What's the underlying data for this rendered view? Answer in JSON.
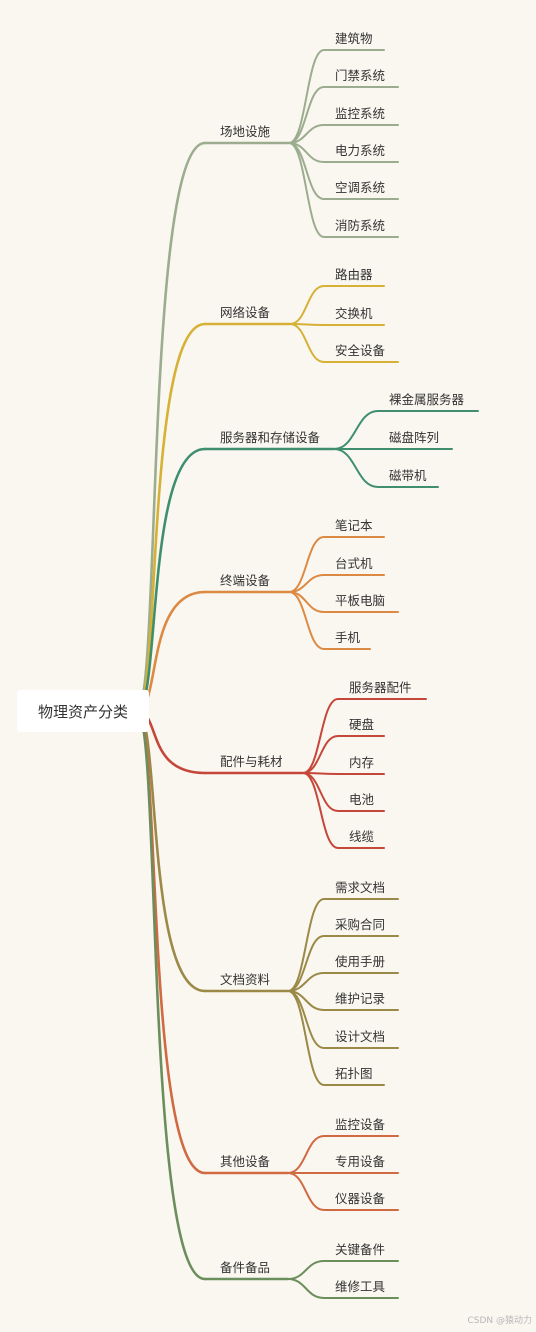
{
  "root": {
    "label": "物理资产分类"
  },
  "watermark": "CSDN @猿动力",
  "branches": [
    {
      "label": "场地设施",
      "color": "#9bad8e",
      "children": [
        "建筑物",
        "门禁系统",
        "监控系统",
        "电力系统",
        "空调系统",
        "消防系统"
      ]
    },
    {
      "label": "网络设备",
      "color": "#d6b135",
      "children": [
        "路由器",
        "交换机",
        "安全设备"
      ]
    },
    {
      "label": "服务器和存储设备",
      "color": "#3f8f6e",
      "children": [
        "裸金属服务器",
        "磁盘阵列",
        "磁带机"
      ]
    },
    {
      "label": "终端设备",
      "color": "#dc8a43",
      "children": [
        "笔记本",
        "台式机",
        "平板电脑",
        "手机"
      ]
    },
    {
      "label": "配件与耗材",
      "color": "#c5473a",
      "children": [
        "服务器配件",
        "硬盘",
        "内存",
        "电池",
        "线缆"
      ]
    },
    {
      "label": "文档资料",
      "color": "#9b8948",
      "children": [
        "需求文档",
        "采购合同",
        "使用手册",
        "维护记录",
        "设计文档",
        "拓扑图"
      ]
    },
    {
      "label": "其他设备",
      "color": "#d06a43",
      "children": [
        "监控设备",
        "专用设备",
        "仪器设备"
      ]
    },
    {
      "label": "备件备品",
      "color": "#6c8e5c",
      "children": [
        "关键备件",
        "维修工具"
      ]
    }
  ]
}
